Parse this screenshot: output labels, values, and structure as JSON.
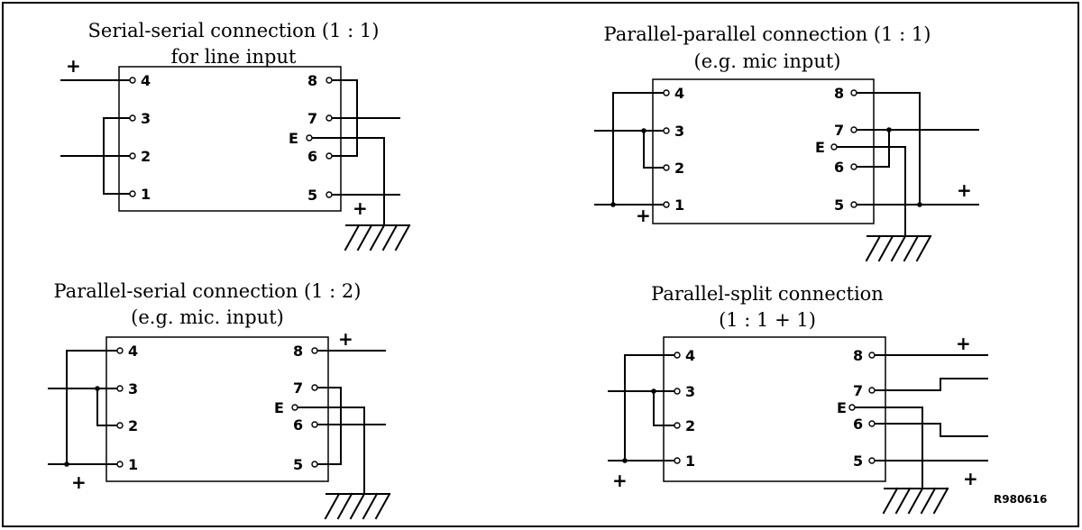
{
  "reference_code": "R980616",
  "plus_sign": "+",
  "earth_label": "E",
  "pins": [
    "1",
    "2",
    "3",
    "4",
    "5",
    "6",
    "7",
    "8"
  ],
  "diagrams": {
    "serial_serial": {
      "title_line1": "Serial-serial connection (1 : 1)",
      "title_line2": "for line input"
    },
    "parallel_parallel": {
      "title_line1": "Parallel-parallel connection  (1 : 1)",
      "title_line2": "(e.g. mic input)"
    },
    "parallel_serial": {
      "title_line1": "Parallel-serial connection (1 : 2)",
      "title_line2": "(e.g. mic. input)"
    },
    "parallel_split": {
      "title_line1": "Parallel-split connection",
      "title_line2": "(1 : 1 + 1)"
    }
  }
}
